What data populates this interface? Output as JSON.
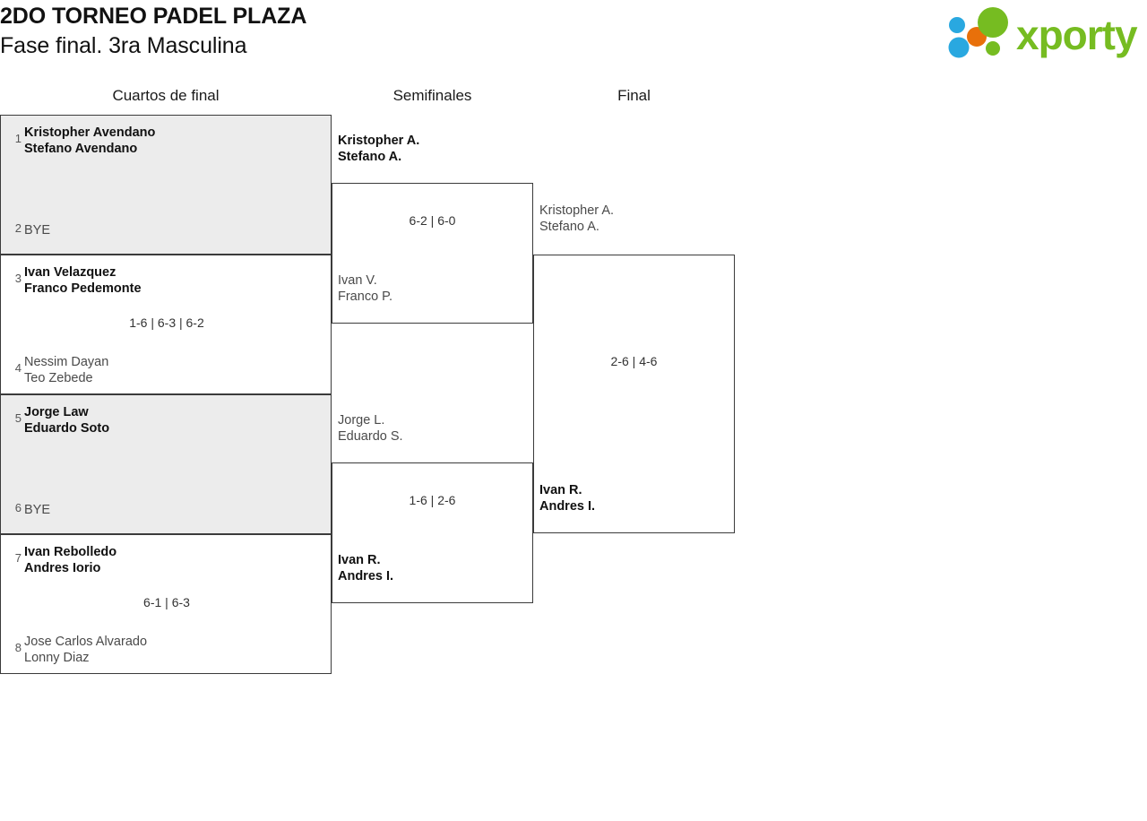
{
  "header": {
    "title_line1": "2DO TORNEO PADEL PLAZA",
    "title_line2": "Fase final. 3ra Masculina",
    "logo_text": "xporty",
    "logo_colors": {
      "green": "#76bc21",
      "orange": "#e8700a",
      "blue": "#29a8e0"
    }
  },
  "rounds": [
    {
      "label": "Cuartos de final"
    },
    {
      "label": "Semifinales"
    },
    {
      "label": "Final"
    }
  ],
  "quarterfinals": [
    {
      "seed_top": "1",
      "top_line1": "Kristopher Avendano",
      "top_line2": "Stefano Avendano",
      "top_result": "winner",
      "seed_bottom": "2",
      "bottom_line1": "BYE",
      "bottom_line2": "",
      "bottom_result": "bye",
      "score": "",
      "is_bye": true
    },
    {
      "seed_top": "3",
      "top_line1": "Ivan Velazquez",
      "top_line2": "Franco Pedemonte",
      "top_result": "winner",
      "seed_bottom": "4",
      "bottom_line1": "Nessim Dayan",
      "bottom_line2": "Teo Zebede",
      "bottom_result": "loser",
      "score": "1-6 | 6-3 | 6-2",
      "is_bye": false
    },
    {
      "seed_top": "5",
      "top_line1": "Jorge Law",
      "top_line2": "Eduardo Soto",
      "top_result": "winner",
      "seed_bottom": "6",
      "bottom_line1": "BYE",
      "bottom_line2": "",
      "bottom_result": "bye",
      "score": "",
      "is_bye": true
    },
    {
      "seed_top": "7",
      "top_line1": "Ivan Rebolledo",
      "top_line2": "Andres Iorio",
      "top_result": "winner",
      "seed_bottom": "8",
      "bottom_line1": "Jose Carlos Alvarado",
      "bottom_line2": "Lonny Diaz",
      "bottom_result": "loser",
      "score": "6-1 | 6-3",
      "is_bye": false
    }
  ],
  "semifinals": [
    {
      "top_line1": "Kristopher A.",
      "top_line2": "Stefano A.",
      "top_result": "winner",
      "bottom_line1": "Ivan V.",
      "bottom_line2": "Franco P.",
      "bottom_result": "loser",
      "score": "6-2 | 6-0"
    },
    {
      "top_line1": "Jorge L.",
      "top_line2": "Eduardo S.",
      "top_result": "loser",
      "bottom_line1": "Ivan R.",
      "bottom_line2": "Andres I.",
      "bottom_result": "winner",
      "score": "1-6 | 2-6"
    }
  ],
  "final": {
    "top_line1": "Kristopher A.",
    "top_line2": "Stefano A.",
    "top_result": "loser",
    "bottom_line1": "Ivan R.",
    "bottom_line2": "Andres I.",
    "bottom_result": "winner",
    "score": "2-6 | 4-6"
  }
}
